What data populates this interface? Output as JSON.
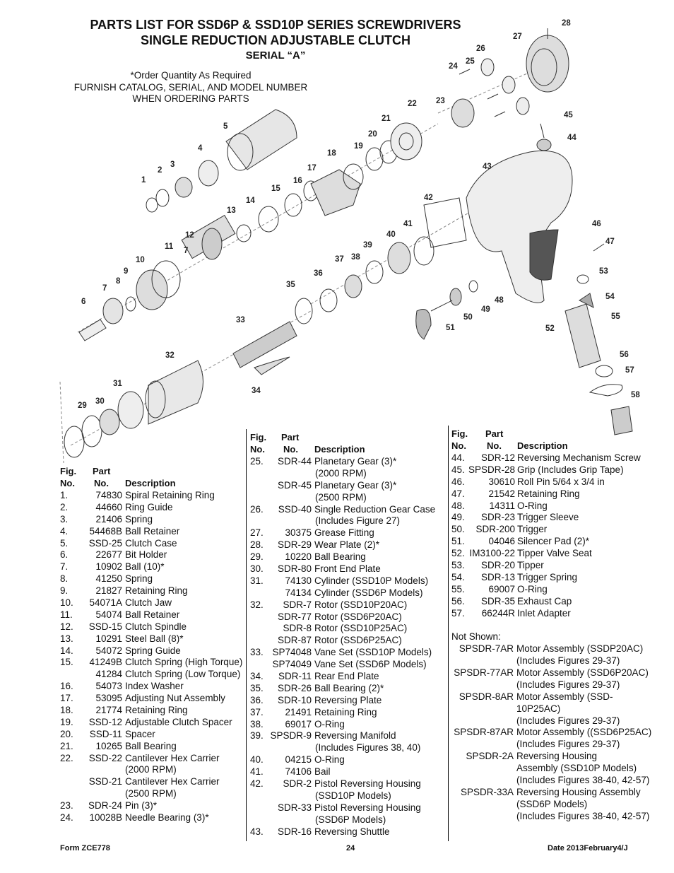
{
  "header": {
    "title_line1": "PARTS LIST FOR SSD6P & SSD10P SERIES SCREWDRIVERS",
    "title_line2": "SINGLE REDUCTION ADJUSTABLE CLUTCH",
    "title_line3": "SERIAL “A”",
    "note_line1": "*Order Quantity As Required",
    "note_line2": "FURNISH CATALOG, SERIAL, AND MODEL NUMBER",
    "note_line3": "WHEN ORDERING PARTS"
  },
  "table_headers": {
    "fig": "Fig.",
    "no": "No.",
    "part": "Part",
    "part_no": "No.",
    "description": "Description"
  },
  "col1": [
    {
      "fig": "1.",
      "pn": "74830",
      "desc": "Spiral Retaining Ring"
    },
    {
      "fig": "2.",
      "pn": "44660",
      "desc": "Ring Guide"
    },
    {
      "fig": "3.",
      "pn": "21406",
      "desc": "Spring"
    },
    {
      "fig": "4.",
      "pn": "54468B",
      "desc": "Ball Retainer"
    },
    {
      "fig": "5.",
      "pn": "SSD-25",
      "desc": "Clutch Case"
    },
    {
      "fig": "6.",
      "pn": "22677",
      "desc": "Bit Holder"
    },
    {
      "fig": "7.",
      "pn": "10902",
      "desc": "Ball (10)*"
    },
    {
      "fig": "8.",
      "pn": "41250",
      "desc": "Spring"
    },
    {
      "fig": "9.",
      "pn": "21827",
      "desc": "Retaining Ring"
    },
    {
      "fig": "10.",
      "pn": "54071A",
      "desc": "Clutch Jaw"
    },
    {
      "fig": "11.",
      "pn": "54074",
      "desc": "Ball Retainer"
    },
    {
      "fig": "12.",
      "pn": "SSD-15",
      "desc": "Clutch Spindle"
    },
    {
      "fig": "13.",
      "pn": "10291",
      "desc": "Steel Ball (8)*"
    },
    {
      "fig": "14.",
      "pn": "54072",
      "desc": "Spring Guide"
    },
    {
      "fig": "15.",
      "pn": "41249B",
      "desc": "Clutch Spring (High Torque)"
    },
    {
      "fig": "",
      "pn": "41284",
      "desc": "Clutch Spring (Low Torque)"
    },
    {
      "fig": "16.",
      "pn": "54073",
      "desc": "Index Washer"
    },
    {
      "fig": "17.",
      "pn": "53095",
      "desc": "Adjusting Nut Assembly"
    },
    {
      "fig": "18.",
      "pn": "21774",
      "desc": "Retaining Ring"
    },
    {
      "fig": "19.",
      "pn": "SSD-12",
      "desc": "Adjustable Clutch Spacer"
    },
    {
      "fig": "20.",
      "pn": "SSD-11",
      "desc": "Spacer"
    },
    {
      "fig": "21.",
      "pn": "10265",
      "desc": "Ball Bearing"
    },
    {
      "fig": "22.",
      "pn": "SSD-22",
      "desc": "Cantilever Hex Carrier"
    },
    {
      "fig": "",
      "pn": "",
      "desc": "(2000 RPM)",
      "indent": true
    },
    {
      "fig": "",
      "pn": "SSD-21",
      "desc": "Cantilever Hex Carrier"
    },
    {
      "fig": "",
      "pn": "",
      "desc": "(2500 RPM)",
      "indent": true
    },
    {
      "fig": "23.",
      "pn": "SDR-24",
      "desc": "Pin (3)*"
    },
    {
      "fig": "24.",
      "pn": "10028B",
      "desc": "Needle Bearing (3)*"
    }
  ],
  "col2": [
    {
      "fig": "25.",
      "pn": "SDR-44",
      "desc": "Planetary Gear (3)*"
    },
    {
      "fig": "",
      "pn": "",
      "desc": "(2000 RPM)",
      "indent": true
    },
    {
      "fig": "",
      "pn": "SDR-45",
      "desc": "Planetary Gear (3)*"
    },
    {
      "fig": "",
      "pn": "",
      "desc": "(2500 RPM)",
      "indent": true
    },
    {
      "fig": "26.",
      "pn": "SSD-40",
      "desc": "Single Reduction Gear Case"
    },
    {
      "fig": "",
      "pn": "",
      "desc": "(Includes Figure 27)",
      "indent": true
    },
    {
      "fig": "27.",
      "pn": "30375",
      "desc": "Grease Fitting"
    },
    {
      "fig": "28.",
      "pn": "SDR-29",
      "desc": "Wear Plate (2)*"
    },
    {
      "fig": "29.",
      "pn": "10220",
      "desc": "Ball Bearing"
    },
    {
      "fig": "30.",
      "pn": "SDR-80",
      "desc": "Front End Plate"
    },
    {
      "fig": "31.",
      "pn": "74130",
      "desc": "Cylinder (SSD10P Models)"
    },
    {
      "fig": "",
      "pn": "74134",
      "desc": "Cylinder (SSD6P Models)"
    },
    {
      "fig": "32.",
      "pn": "SDR-7",
      "desc": "Rotor (SSD10P20AC)"
    },
    {
      "fig": "",
      "pn": "SDR-77",
      "desc": "Rotor (SSD6P20AC)"
    },
    {
      "fig": "",
      "pn": "SDR-8",
      "desc": "Rotor (SSD10P25AC)"
    },
    {
      "fig": "",
      "pn": "SDR-87",
      "desc": "Rotor (SSD6P25AC)"
    },
    {
      "fig": "33.",
      "pn": "SP74048",
      "desc": "Vane Set (SSD10P Models)"
    },
    {
      "fig": "",
      "pn": "SP74049",
      "desc": "Vane Set (SSD6P Models)"
    },
    {
      "fig": "34.",
      "pn": "SDR-11",
      "desc": "Rear End Plate"
    },
    {
      "fig": "35.",
      "pn": "SDR-26",
      "desc": "Ball Bearing (2)*"
    },
    {
      "fig": "36.",
      "pn": "SDR-10",
      "desc": "Reversing Plate"
    },
    {
      "fig": "37.",
      "pn": "21491",
      "desc": "Retaining Ring"
    },
    {
      "fig": "38.",
      "pn": "69017",
      "desc": "O-Ring"
    },
    {
      "fig": "39.",
      "pn": "SPSDR-9",
      "desc": "Reversing Manifold"
    },
    {
      "fig": "",
      "pn": "",
      "desc": "(Includes Figures 38, 40)",
      "indent": true
    },
    {
      "fig": "40.",
      "pn": "04215",
      "desc": "O-Ring"
    },
    {
      "fig": "41.",
      "pn": "74106",
      "desc": "Bail"
    },
    {
      "fig": "42.",
      "pn": "SDR-2",
      "desc": "Pistol Reversing Housing"
    },
    {
      "fig": "",
      "pn": "",
      "desc": "(SSD10P Models)",
      "indent": true
    },
    {
      "fig": "",
      "pn": "SDR-33",
      "desc": "Pistol Reversing Housing"
    },
    {
      "fig": "",
      "pn": "",
      "desc": "(SSD6P Models)",
      "indent": true
    },
    {
      "fig": "43.",
      "pn": "SDR-16",
      "desc": "Reversing Shuttle"
    }
  ],
  "col3": [
    {
      "fig": "44.",
      "pn": "SDR-12",
      "desc": "Reversing Mechanism Screw"
    },
    {
      "fig": "45.",
      "pn": "SPSDR-28",
      "desc": "Grip (Includes Grip Tape)"
    },
    {
      "fig": "46.",
      "pn": "30610",
      "desc": "Roll Pin 5/64 x 3/4 in"
    },
    {
      "fig": "47.",
      "pn": "21542",
      "desc": "Retaining Ring"
    },
    {
      "fig": "48.",
      "pn": "14311",
      "desc": "O-Ring"
    },
    {
      "fig": "49.",
      "pn": "SDR-23",
      "desc": "Trigger Sleeve"
    },
    {
      "fig": "50.",
      "pn": "SDR-200",
      "desc": "Trigger"
    },
    {
      "fig": "51.",
      "pn": "04046",
      "desc": "Silencer Pad (2)*"
    },
    {
      "fig": "52.",
      "pn": "IM3100-22",
      "desc": "Tipper Valve Seat"
    },
    {
      "fig": "53.",
      "pn": "SDR-20",
      "desc": "Tipper"
    },
    {
      "fig": "54.",
      "pn": "SDR-13",
      "desc": "Trigger Spring"
    },
    {
      "fig": "55.",
      "pn": "69007",
      "desc": "O-Ring"
    },
    {
      "fig": "56.",
      "pn": "SDR-35",
      "desc": "Exhaust Cap"
    },
    {
      "fig": "57.",
      "pn": "66244R",
      "desc": "Inlet Adapter"
    }
  ],
  "not_shown": {
    "label": "Not Shown:",
    "rows": [
      {
        "pn": "SPSDR-7AR",
        "desc": "Motor Assembly (SSDP20AC)"
      },
      {
        "pn": "",
        "desc": "(Includes Figures 29-37)"
      },
      {
        "pn": "SPSDR-77AR",
        "desc": "Motor Assembly (SSD6P20AC)"
      },
      {
        "pn": "",
        "desc": "(Includes Figures 29-37)"
      },
      {
        "pn": "SPSDR-8AR",
        "desc": "Motor Assembly (SSD-"
      },
      {
        "pn": "",
        "desc": "10P25AC)"
      },
      {
        "pn": "",
        "desc": "(Includes Figures 29-37)"
      },
      {
        "pn": "SPSDR-87AR",
        "desc": "Motor Assembly ((SSD6P25AC)"
      },
      {
        "pn": "",
        "desc": "(Includes Figures 29-37)"
      },
      {
        "pn": "SPSDR-2A",
        "desc": "Reversing Housing"
      },
      {
        "pn": "",
        "desc": "Assembly (SSD10P Models)"
      },
      {
        "pn": "",
        "desc": "(Includes Figures 38-40, 42-57)"
      },
      {
        "pn": "SPSDR-33A",
        "desc": "Reversing Housing Assembly"
      },
      {
        "pn": "",
        "desc": "(SSD6P Models)"
      },
      {
        "pn": "",
        "desc": "(Includes Figures 38-40, 42-57)"
      }
    ]
  },
  "callouts": [
    "1",
    "2",
    "3",
    "4",
    "5",
    "6",
    "7",
    "7",
    "8",
    "9",
    "10",
    "11",
    "12",
    "13",
    "14",
    "15",
    "16",
    "17",
    "18",
    "19",
    "20",
    "21",
    "22",
    "23",
    "24",
    "25",
    "26",
    "27",
    "28",
    "29",
    "30",
    "31",
    "32",
    "33",
    "34",
    "35",
    "36",
    "37",
    "38",
    "39",
    "40",
    "41",
    "42",
    "43",
    "44",
    "45",
    "46",
    "47",
    "48",
    "49",
    "50",
    "51",
    "52",
    "53",
    "54",
    "55",
    "56",
    "57",
    "58"
  ],
  "footer": {
    "form": "Form ZCE778",
    "page": "24",
    "date": "Date 2013February4/J"
  }
}
